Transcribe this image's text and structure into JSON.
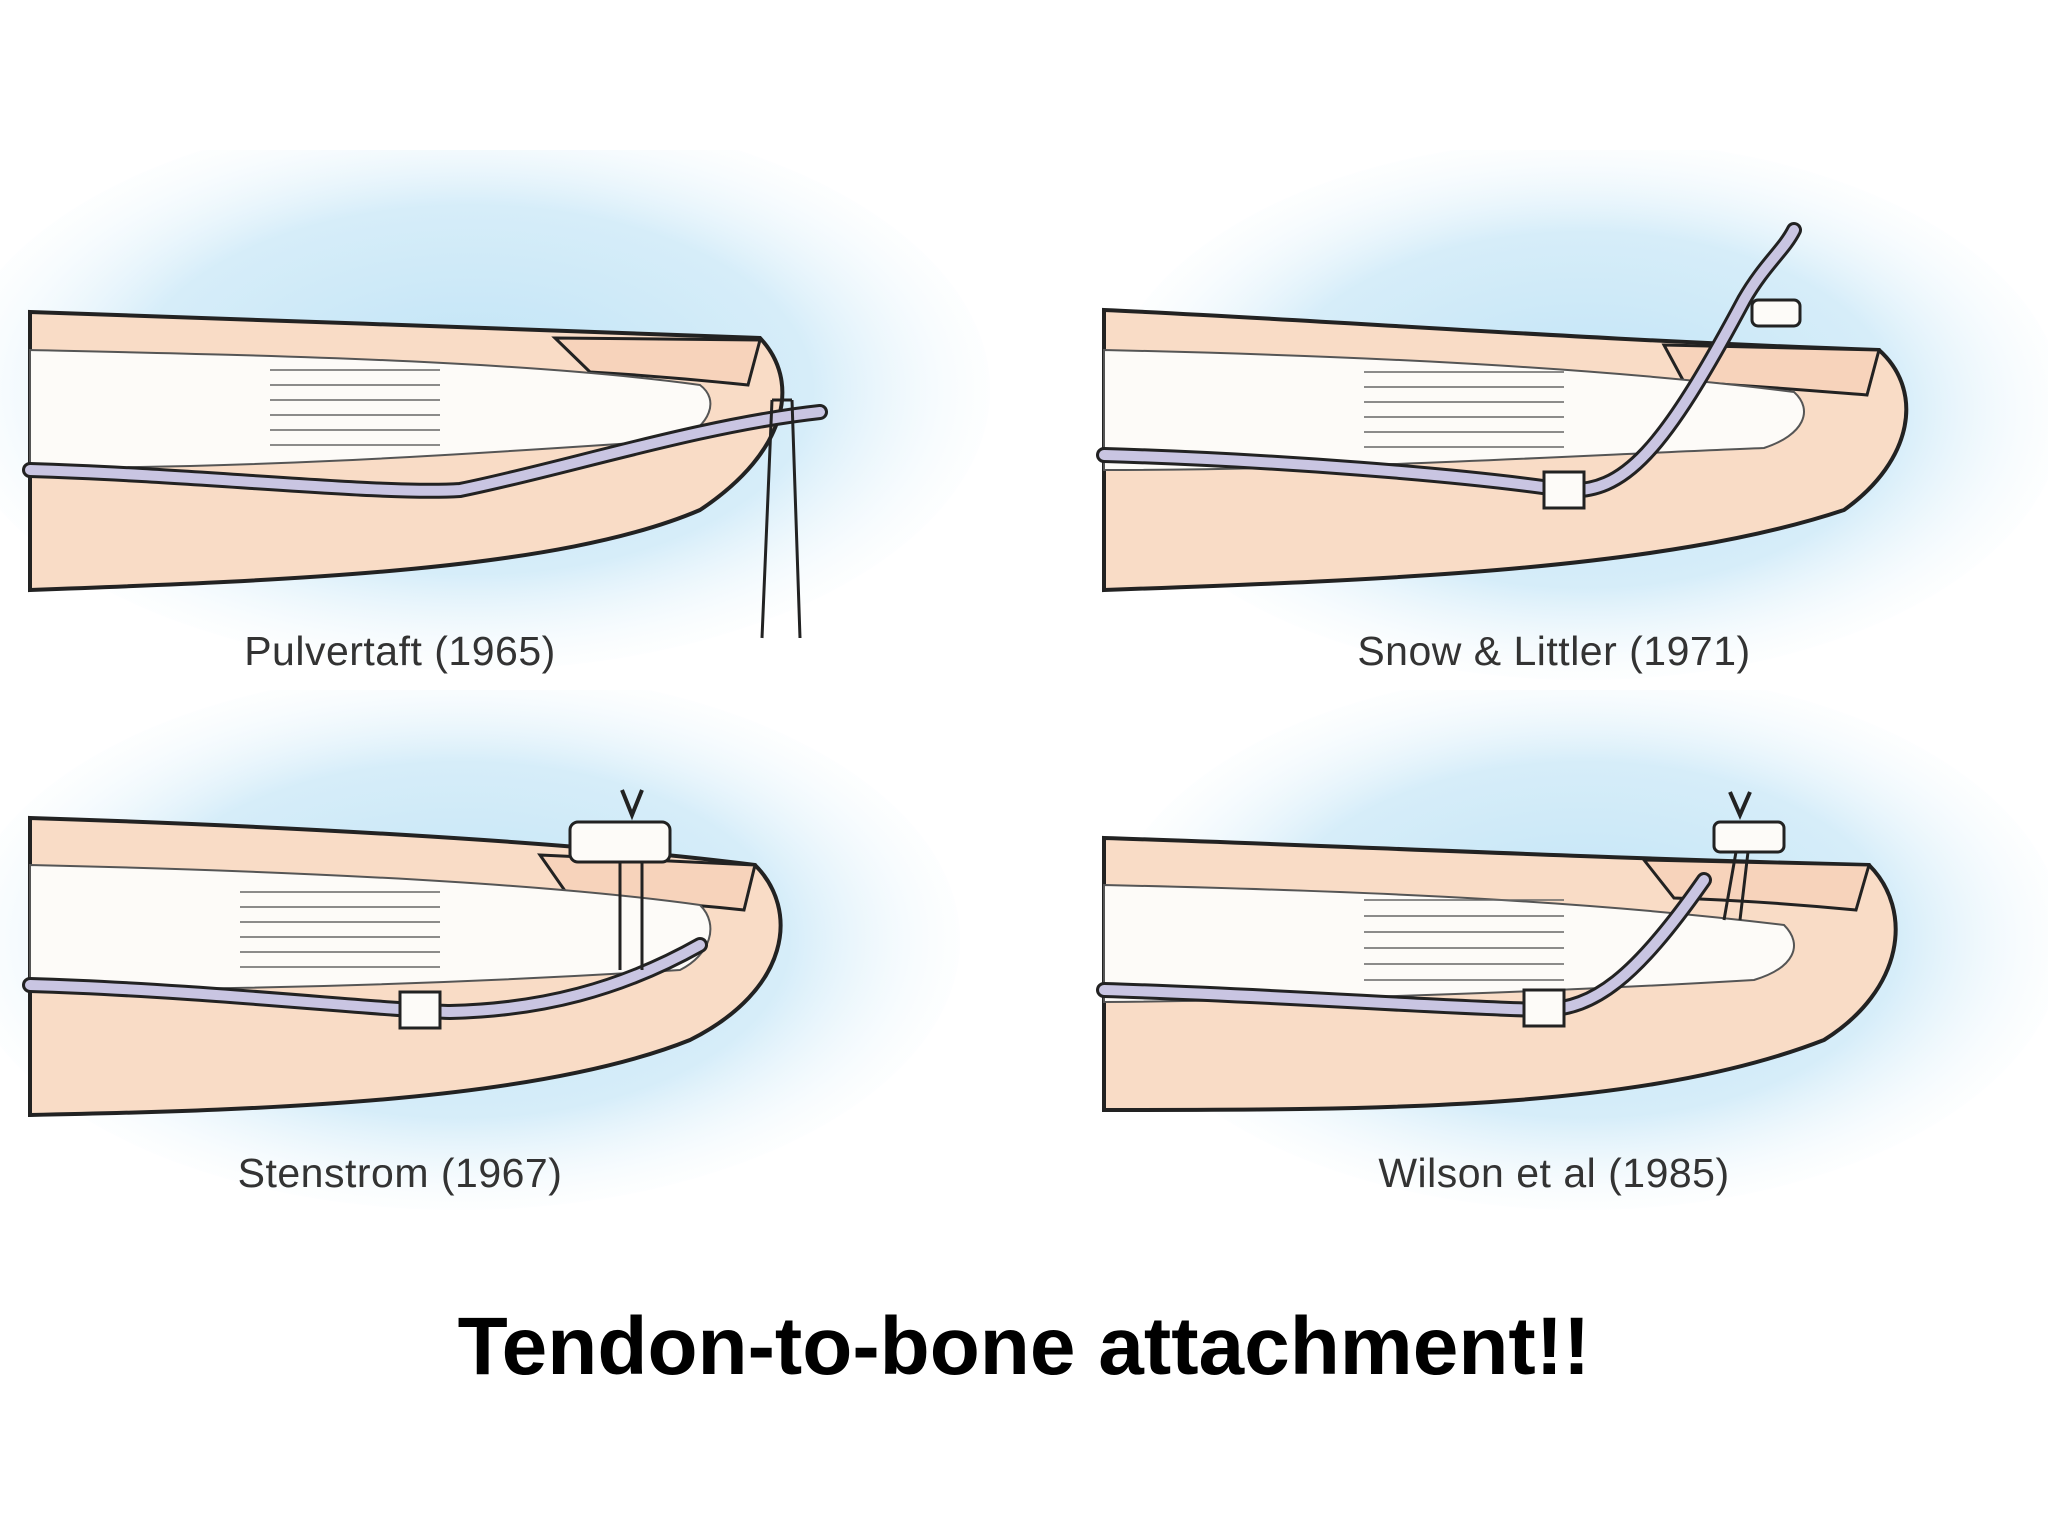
{
  "slide_title": "Tendon-to-bone attachment!!",
  "panels": [
    {
      "caption": "Pulvertaft (1965)"
    },
    {
      "caption": "Snow & Littler (1971)"
    },
    {
      "caption": "Stenstrom (1967)"
    },
    {
      "caption": "Wilson et al (1985)"
    }
  ],
  "colors": {
    "skin": "#f9dcc6",
    "background_glow": "#bfe3f6",
    "tendon_graft": "#c9c5e2",
    "outline": "#222222",
    "bone": "#fdfbf8"
  }
}
